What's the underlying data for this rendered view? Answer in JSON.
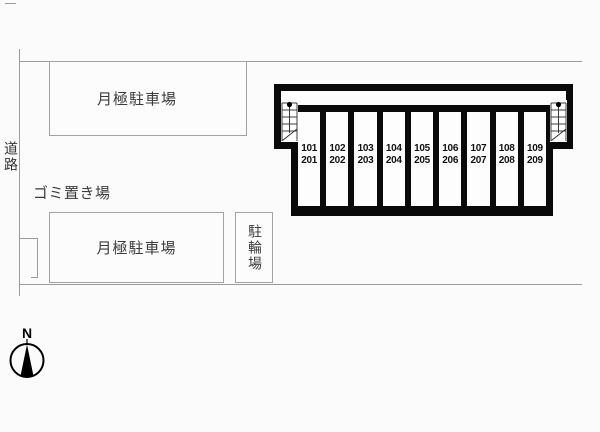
{
  "scene": {
    "background": "#fbfbfb",
    "line_color": "#9b9b9b",
    "building_color": "#0a0a0a",
    "text_color": "#3c3c3c"
  },
  "labels": {
    "road": "道路",
    "garbage_area": "ゴミ置き場",
    "monthly_parking_upper": "月極駐車場",
    "monthly_parking_lower": "月極駐車場",
    "bicycle_parking": "駐輪場",
    "compass_north": "N"
  },
  "building": {
    "units": [
      {
        "first_floor": "101",
        "second_floor": "201"
      },
      {
        "first_floor": "102",
        "second_floor": "202"
      },
      {
        "first_floor": "103",
        "second_floor": "203"
      },
      {
        "first_floor": "104",
        "second_floor": "204"
      },
      {
        "first_floor": "105",
        "second_floor": "205"
      },
      {
        "first_floor": "106",
        "second_floor": "206"
      },
      {
        "first_floor": "107",
        "second_floor": "207"
      },
      {
        "first_floor": "108",
        "second_floor": "208"
      },
      {
        "first_floor": "109",
        "second_floor": "209"
      }
    ]
  }
}
